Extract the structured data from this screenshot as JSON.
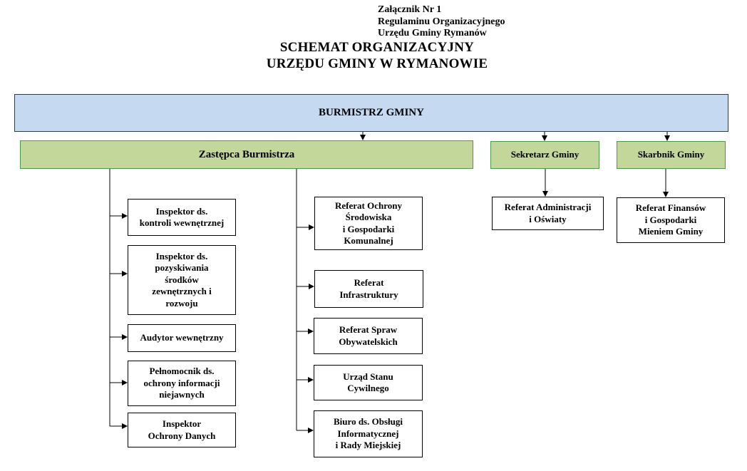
{
  "header_note": {
    "line1": "Załącznik Nr 1",
    "line2": "Regulaminu Organizacyjnego",
    "line3": "Urzędu Gminy Rymanów"
  },
  "title": {
    "line1": "SCHEMAT ORGANIZACYJNY",
    "line2": "URZĘDU GMINY W RYMANOWIE"
  },
  "colors": {
    "top_box": "#c5d9f1",
    "second_level": "#c4d79b"
  },
  "top": {
    "label": "BURMISTRZ GMINY"
  },
  "deputy": {
    "label": "Zastępca Burmistrza"
  },
  "secretary": {
    "label": "Sekretarz Gminy"
  },
  "treasurer": {
    "label": "Skarbnik Gminy"
  },
  "left_column": [
    [
      "Inspektor ds.",
      "kontroli wewnętrznej"
    ],
    [
      "Inspektor ds.",
      "pozyskiwania",
      "środków",
      "zewnętrznych i",
      "rozwoju"
    ],
    [
      "Audytor wewnętrzny"
    ],
    [
      "Pełnomocnik ds.",
      "ochrony informacji",
      "niejawnych"
    ],
    [
      "Inspektor",
      "Ochrony Danych"
    ]
  ],
  "middle_column": [
    [
      "Referat Ochrony",
      "Środowiska",
      "i Gospodarki",
      "Komunalnej"
    ],
    [
      "Referat",
      "Infrastruktury"
    ],
    [
      "Referat Spraw",
      "Obywatelskich"
    ],
    [
      "Urząd Stanu",
      "Cywilnego"
    ],
    [
      "Biuro ds. Obsługi",
      "Informatycznej",
      "i Rady Miejskiej"
    ]
  ],
  "secretary_unit": [
    "Referat Administracji",
    "i Oświaty"
  ],
  "treasurer_unit": [
    "Referat Finansów",
    "i Gospodarki",
    "Mieniem Gminy"
  ]
}
